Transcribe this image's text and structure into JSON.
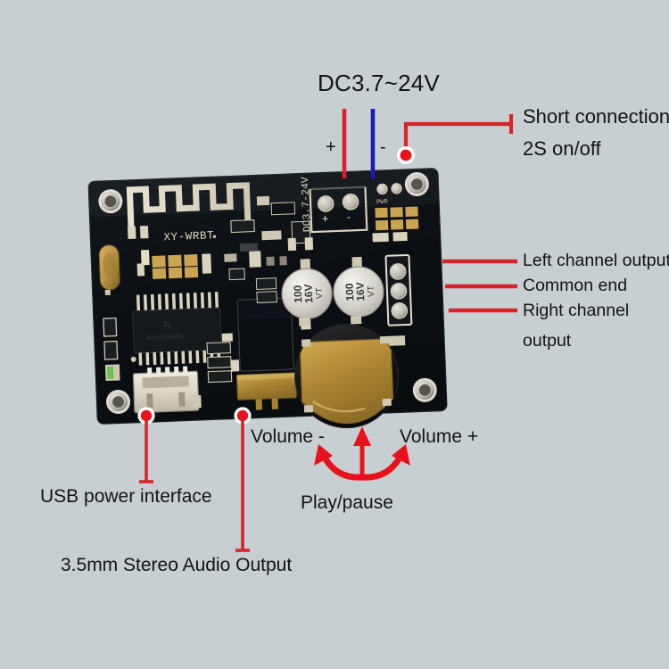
{
  "diagram": {
    "title_text": "DC3.7~24V",
    "background_color": "#c8cfd2",
    "annotation_color": "#d8232a",
    "negative_wire_color": "#1b1bb4",
    "text_color": "#111314"
  },
  "power": {
    "header": "DC3.7~24V",
    "plus_sign": "+",
    "minus_sign": "-"
  },
  "callouts": {
    "short_connection": "Short connection",
    "short_connection_line2": "2S on/off",
    "left_channel": "Left channel output",
    "common_end": "Common end",
    "right_channel": "Right channel",
    "right_channel_line2": "output",
    "usb_power": "USB power interface",
    "audio_output": "3.5mm Stereo Audio Output",
    "volume_down": "Volume -",
    "volume_up": "Volume +",
    "play_pause": "Play/pause"
  },
  "board": {
    "silkscreen_model": "XY-WRBT",
    "silkscreen_voltage": "DC3.7-24V",
    "pad_plus": "+",
    "pad_minus": "-",
    "capacitor_1": {
      "value": "100",
      "voltage": "16V",
      "brand": "VT"
    },
    "capacitor_2": {
      "value": "100",
      "voltage": "16V",
      "brand": "VT"
    },
    "pcb_color": "#0d1115",
    "pad_color": "#d8d3bd",
    "gold_color": "#b08c3c"
  }
}
